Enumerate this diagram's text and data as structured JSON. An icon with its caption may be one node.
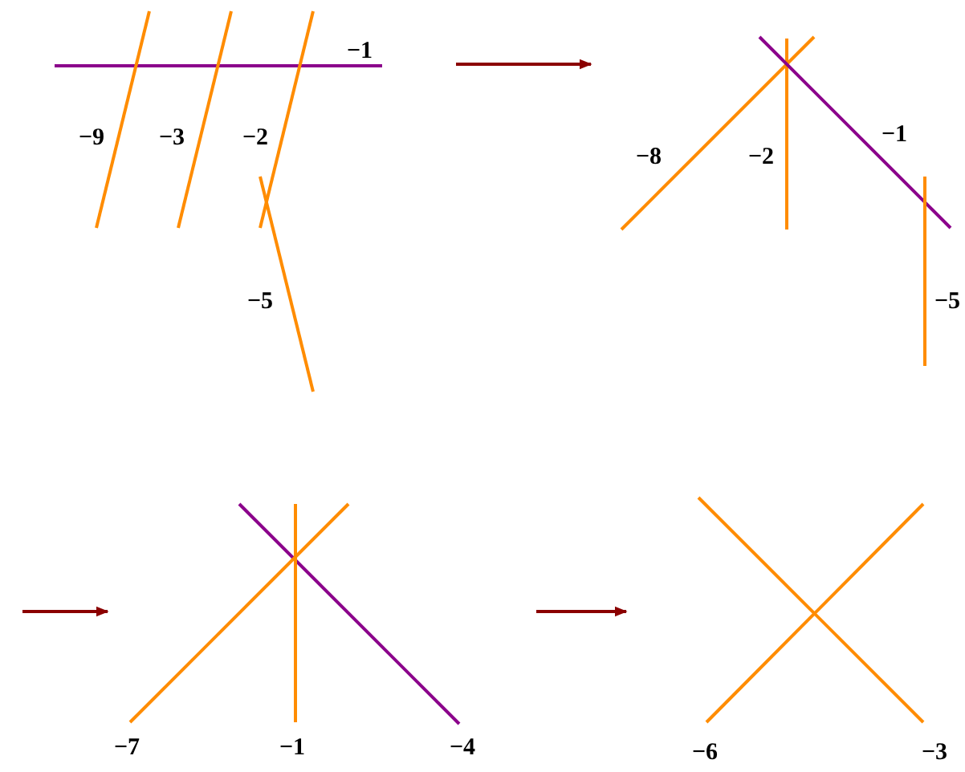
{
  "diagram": {
    "nodes": [
      {
        "text": [
          "−1",
          "−9",
          "−3",
          "−2",
          "−5"
        ]
      },
      {
        "text": [
          "−8",
          "−2",
          "−1",
          "−5"
        ]
      },
      {
        "text": [
          "−7",
          "−1",
          "−4"
        ]
      },
      {
        "text": [
          "−6",
          "−3"
        ]
      }
    ],
    "edges": [
      {
        "from": 0,
        "to": 1,
        "arrow": "to"
      },
      {
        "from": null,
        "to": 2,
        "arrow": "to"
      },
      {
        "from": 2,
        "to": 3,
        "arrow": "to"
      }
    ]
  }
}
